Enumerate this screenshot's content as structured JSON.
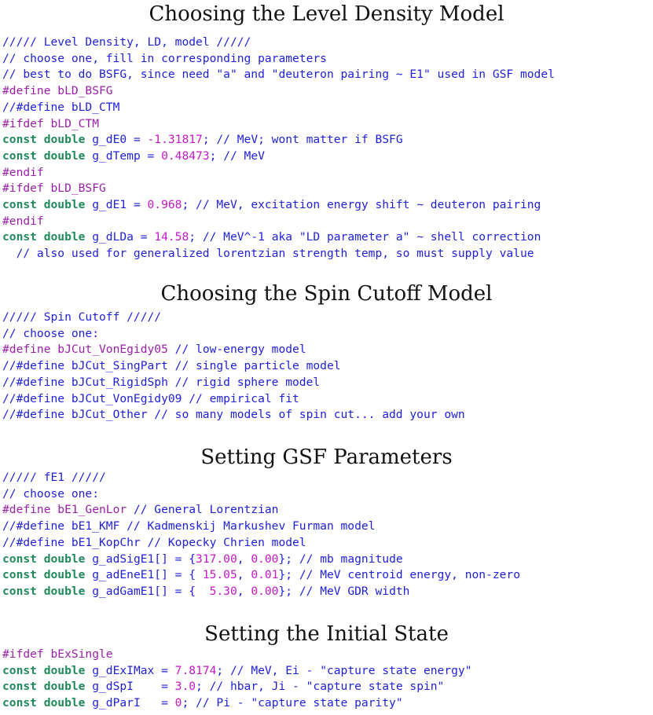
{
  "sections": [
    {
      "heading": "Choosing the Level Density Model",
      "lines": [
        [
          {
            "t": "c",
            "v": "///// Level Density, LD, model /////"
          }
        ],
        [
          {
            "t": "c",
            "v": "// choose one, fill in corresponding parameters"
          }
        ],
        [
          {
            "t": "c",
            "v": "// best to do BSFG, since need \"a\" and \"deuteron pairing ~ E1\" used in GSF model"
          }
        ],
        [
          {
            "t": "p",
            "v": "#define bLD_BSFG"
          }
        ],
        [
          {
            "t": "c",
            "v": "//#define bLD_CTM"
          }
        ],
        [
          {
            "t": "p",
            "v": "#ifdef bLD_CTM"
          }
        ],
        [
          {
            "t": "k",
            "v": "const double"
          },
          {
            "t": "t",
            "v": " g_dE0 = "
          },
          {
            "t": "n",
            "v": "-1.31817"
          },
          {
            "t": "t",
            "v": "; "
          },
          {
            "t": "c",
            "v": "// MeV; wont matter if BSFG"
          }
        ],
        [
          {
            "t": "k",
            "v": "const double"
          },
          {
            "t": "t",
            "v": " g_dTemp = "
          },
          {
            "t": "n",
            "v": "0.48473"
          },
          {
            "t": "t",
            "v": "; "
          },
          {
            "t": "c",
            "v": "// MeV"
          }
        ],
        [
          {
            "t": "p",
            "v": "#endif"
          }
        ],
        [
          {
            "t": "p",
            "v": "#ifdef bLD_BSFG"
          }
        ],
        [
          {
            "t": "k",
            "v": "const double"
          },
          {
            "t": "t",
            "v": " g_dE1 = "
          },
          {
            "t": "n",
            "v": "0.968"
          },
          {
            "t": "t",
            "v": "; "
          },
          {
            "t": "c",
            "v": "// MeV, excitation energy shift ~ deuteron pairing"
          }
        ],
        [
          {
            "t": "p",
            "v": "#endif"
          }
        ],
        [
          {
            "t": "k",
            "v": "const double"
          },
          {
            "t": "t",
            "v": " g_dLDa = "
          },
          {
            "t": "n",
            "v": "14.58"
          },
          {
            "t": "t",
            "v": "; "
          },
          {
            "t": "c",
            "v": "// MeV^-1 aka \"LD parameter a\" ~ shell correction"
          }
        ],
        [
          {
            "t": "c",
            "v": "  // also used for generalized lorentzian strength temp, so must supply value"
          }
        ]
      ]
    },
    {
      "heading": "Choosing the Spin Cutoff Model",
      "lines": [
        [
          {
            "t": "c",
            "v": "///// Spin Cutoff /////"
          }
        ],
        [
          {
            "t": "c",
            "v": "// choose one:"
          }
        ],
        [
          {
            "t": "p",
            "v": "#define bJCut_VonEgidy05"
          },
          {
            "t": "t",
            "v": " "
          },
          {
            "t": "c",
            "v": "// low-energy model"
          }
        ],
        [
          {
            "t": "c",
            "v": "//#define bJCut_SingPart // single particle model"
          }
        ],
        [
          {
            "t": "c",
            "v": "//#define bJCut_RigidSph // rigid sphere model"
          }
        ],
        [
          {
            "t": "c",
            "v": "//#define bJCut_VonEgidy09 // empirical fit"
          }
        ],
        [
          {
            "t": "c",
            "v": "//#define bJCut_Other // so many models of spin cut... add your own"
          }
        ]
      ]
    },
    {
      "heading": "Setting GSF Parameters",
      "lines": [
        [
          {
            "t": "c",
            "v": "///// fE1 /////"
          }
        ],
        [
          {
            "t": "c",
            "v": "// choose one:"
          }
        ],
        [
          {
            "t": "p",
            "v": "#define bE1_GenLor"
          },
          {
            "t": "t",
            "v": " "
          },
          {
            "t": "c",
            "v": "// General Lorentzian"
          }
        ],
        [
          {
            "t": "c",
            "v": "//#define bE1_KMF // Kadmenskij Markushev Furman model"
          }
        ],
        [
          {
            "t": "c",
            "v": "//#define bE1_KopChr // Kopecky Chrien model"
          }
        ],
        [
          {
            "t": "k",
            "v": "const double"
          },
          {
            "t": "t",
            "v": " g_adSigE1[] = {"
          },
          {
            "t": "n",
            "v": "317.00"
          },
          {
            "t": "t",
            "v": ", "
          },
          {
            "t": "n",
            "v": "0.00"
          },
          {
            "t": "t",
            "v": "}; "
          },
          {
            "t": "c",
            "v": "// mb magnitude"
          }
        ],
        [
          {
            "t": "k",
            "v": "const double"
          },
          {
            "t": "t",
            "v": " g_adEneE1[] = { "
          },
          {
            "t": "n",
            "v": "15.05"
          },
          {
            "t": "t",
            "v": ", "
          },
          {
            "t": "n",
            "v": "0.01"
          },
          {
            "t": "t",
            "v": "}; "
          },
          {
            "t": "c",
            "v": "// MeV centroid energy, non-zero"
          }
        ],
        [
          {
            "t": "k",
            "v": "const double"
          },
          {
            "t": "t",
            "v": " g_adGamE1[] = {  "
          },
          {
            "t": "n",
            "v": "5.30"
          },
          {
            "t": "t",
            "v": ", "
          },
          {
            "t": "n",
            "v": "0.00"
          },
          {
            "t": "t",
            "v": "}; "
          },
          {
            "t": "c",
            "v": "// MeV GDR width"
          }
        ]
      ]
    },
    {
      "heading": "Setting the Initial State",
      "lines": [
        [
          {
            "t": "p",
            "v": "#ifdef bExSingle"
          }
        ],
        [
          {
            "t": "k",
            "v": "const double"
          },
          {
            "t": "t",
            "v": " g_dExIMax = "
          },
          {
            "t": "n",
            "v": "7.8174"
          },
          {
            "t": "t",
            "v": "; "
          },
          {
            "t": "c",
            "v": "// MeV, Ei - \"capture state energy\""
          }
        ],
        [
          {
            "t": "k",
            "v": "const double"
          },
          {
            "t": "t",
            "v": " g_dSpI    = "
          },
          {
            "t": "n",
            "v": "3.0"
          },
          {
            "t": "t",
            "v": "; "
          },
          {
            "t": "c",
            "v": "// hbar, Ji - \"capture state spin\""
          }
        ],
        [
          {
            "t": "k",
            "v": "const double"
          },
          {
            "t": "t",
            "v": " g_dParI   = "
          },
          {
            "t": "n",
            "v": "0"
          },
          {
            "t": "t",
            "v": "; "
          },
          {
            "t": "c",
            "v": "// Pi - \"capture state parity\""
          }
        ]
      ]
    }
  ]
}
